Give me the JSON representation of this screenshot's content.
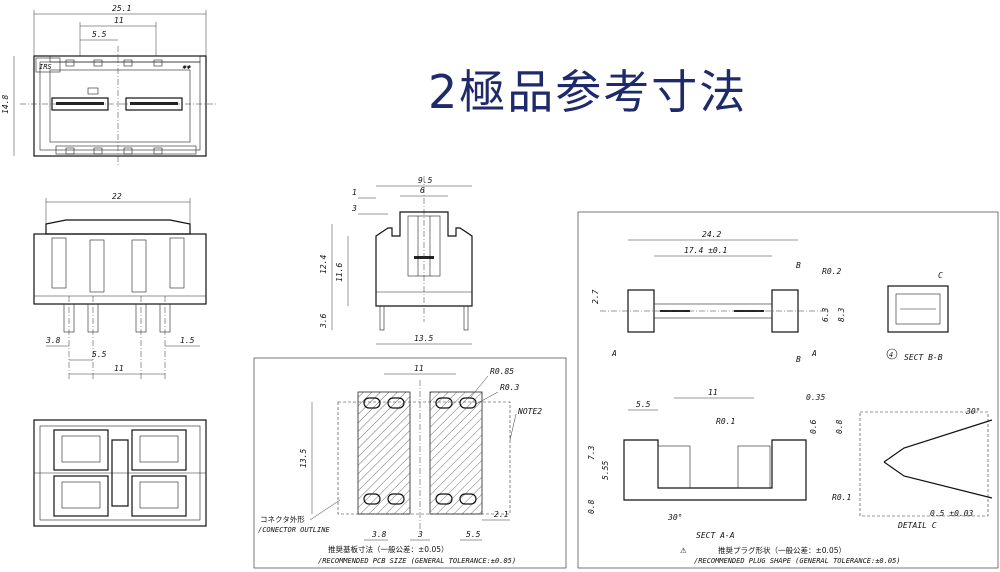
{
  "title": "2極品参考寸法",
  "top_view": {
    "logo": "IRS",
    "mark": "✱✱",
    "dims": [
      "25.1",
      "11",
      "5.5",
      "14.8"
    ]
  },
  "front_view": {
    "dims": [
      "22",
      "3.8",
      "1.5",
      "5.5",
      "11"
    ]
  },
  "side_view": {
    "dims": [
      "9.5",
      "6",
      "1",
      "3",
      "12.4",
      "11.6",
      "3.6",
      "13.5"
    ]
  },
  "pcb": {
    "dims": [
      "11",
      "13.5",
      "3.8",
      "3",
      "5.5",
      "2.1"
    ],
    "radius_1": "R0.85",
    "radius_2": "R0.3",
    "note": "NOTE2",
    "outline_jp": "コネクタ外形",
    "outline_en": "/CONECTOR OUTLINE",
    "caption_jp": "推奨基板寸法（一般公差：±0.05）",
    "caption_en": "/RECOMMENDED PCB SIZE (GENERAL TOLERANCE:±0.05)"
  },
  "plug": {
    "dims": [
      "24.2",
      "17.4 ±0.1",
      "2.7",
      "6.3",
      "8.3",
      "5.5",
      "11",
      "0.35",
      "7.3",
      "5.55",
      "0.8",
      "0.6",
      "0.8",
      "0.5 ±0.03"
    ],
    "radius_1": "R0.2",
    "radius_2": "R0.1",
    "marks": [
      "A",
      "B",
      "C"
    ],
    "sect_b": "SECT B-B",
    "note_num": "4",
    "angle": "30°",
    "sect_a": "SECT A-A",
    "detail_c": "DETAIL C",
    "caption_jp": "推奨プラグ形状（一般公差：±0.05）",
    "caption_en": "/RECOMMENDED PLUG SHAPE (GENERAL TOLERANCE:±0.05)"
  }
}
